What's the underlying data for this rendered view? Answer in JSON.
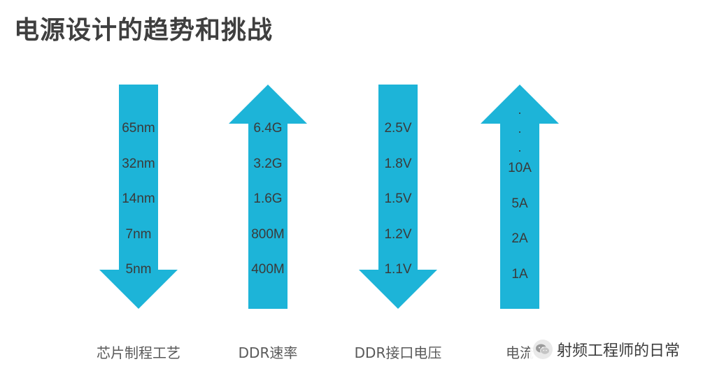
{
  "title": "电源设计的趋势和挑战",
  "colors": {
    "arrow": "#1db4d8",
    "title": "#3f3f3f"
  },
  "columns": [
    {
      "direction": "down",
      "caption": "芯片制程工艺",
      "dots": 0,
      "values": [
        "65nm",
        "32nm",
        "14nm",
        "7nm",
        "5nm"
      ]
    },
    {
      "direction": "up",
      "caption": "DDR速率",
      "dots": 0,
      "values": [
        "6.4G",
        "3.2G",
        "1.6G",
        "800M",
        "400M"
      ]
    },
    {
      "direction": "down",
      "caption": "DDR接口电压",
      "dots": 0,
      "values": [
        "2.5V",
        "1.8V",
        "1.5V",
        "1.2V",
        "1.1V"
      ]
    },
    {
      "direction": "up",
      "caption": "电流",
      "dots": 3,
      "values": [
        "10A",
        "5A",
        "2A",
        "1A"
      ]
    }
  ],
  "watermark": {
    "text": "射频工程师的日常",
    "icon": "wechat-icon"
  }
}
